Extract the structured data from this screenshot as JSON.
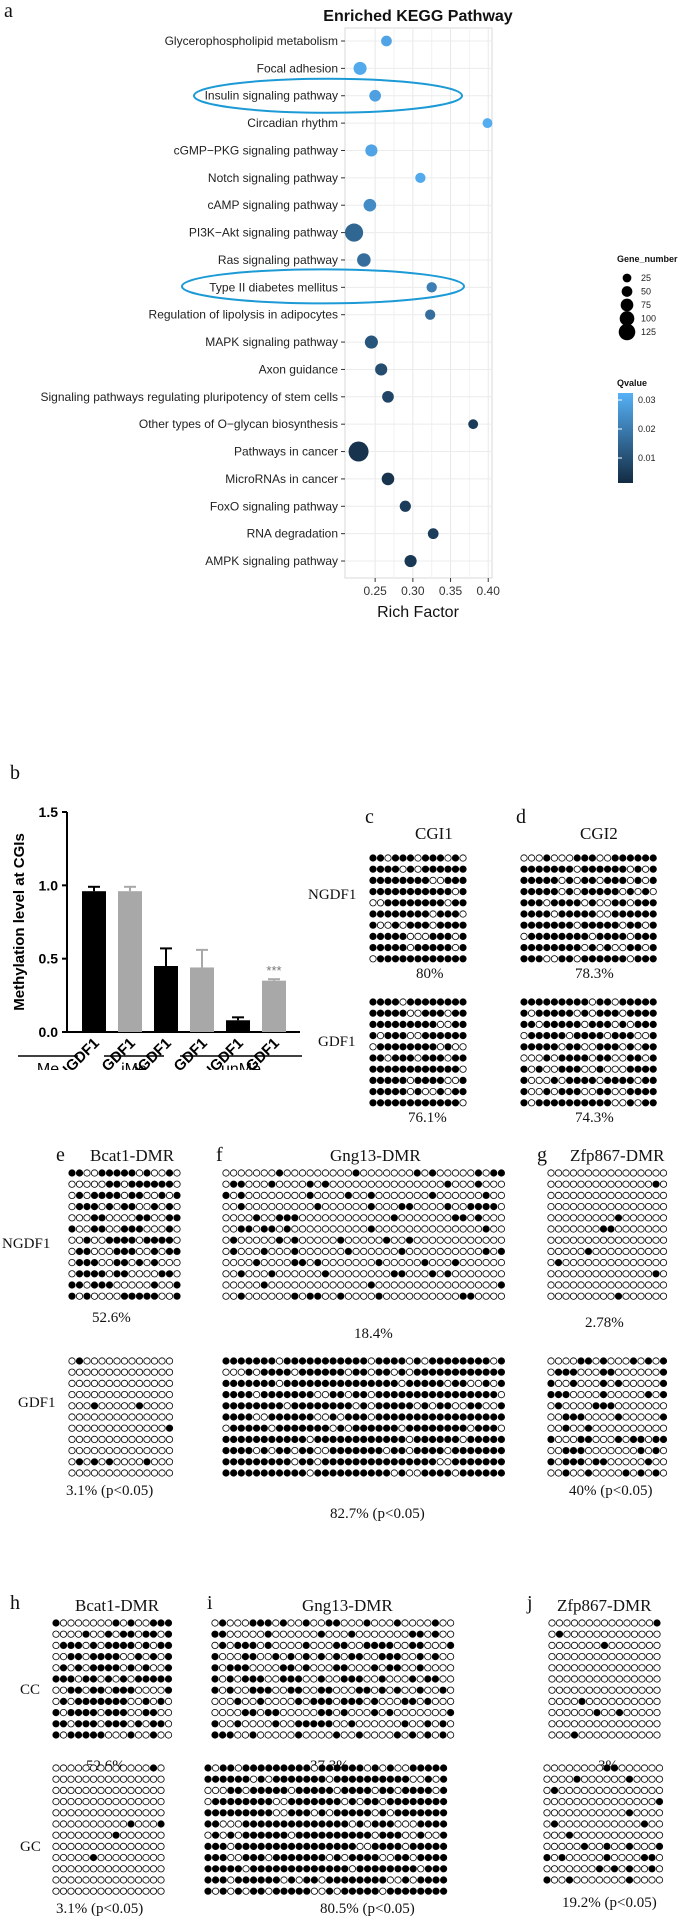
{
  "panel_labels": {
    "a": "a",
    "b": "b",
    "c": "c",
    "d": "d",
    "e": "e",
    "f": "f",
    "g": "g",
    "h": "h",
    "i": "i",
    "j": "j"
  },
  "chart_data": [
    {
      "type": "scatter",
      "title": "Enriched KEGG Pathway",
      "xlabel": "Rich Factor",
      "ylabel": "",
      "xlim": [
        0.21,
        0.405
      ],
      "xticks": [
        "0.25",
        "0.30",
        "0.35",
        "0.40"
      ],
      "xtick_values": [
        0.25,
        0.3,
        0.35,
        0.4
      ],
      "grid": true,
      "categories": [
        "Glycerophospholipid metabolism",
        "Focal adhesion",
        "Insulin signaling pathway",
        "Circadian rhythm",
        "cGMP−PKG signaling pathway",
        "Notch signaling pathway",
        "cAMP signaling pathway",
        "PI3K−Akt signaling pathway",
        "Ras signaling pathway",
        "Type II diabetes mellitus",
        "Regulation of lipolysis in adipocytes",
        "MAPK signaling pathway",
        "Axon guidance",
        "Signaling pathways regulating pluripotency of stem cells",
        "Other types of O−glycan biosynthesis",
        "Pathways in cancer",
        "MicroRNAs in cancer",
        "FoxO signaling pathway",
        "RNA degradation",
        "AMPK signaling pathway"
      ],
      "rich_factor": [
        0.265,
        0.23,
        0.25,
        0.399,
        0.245,
        0.31,
        0.243,
        0.222,
        0.235,
        0.325,
        0.323,
        0.245,
        0.258,
        0.267,
        0.38,
        0.228,
        0.267,
        0.29,
        0.327,
        0.297
      ],
      "gene_number": [
        30,
        55,
        40,
        20,
        45,
        25,
        50,
        110,
        60,
        25,
        25,
        55,
        45,
        40,
        20,
        130,
        50,
        35,
        30,
        45
      ],
      "qvalue": [
        0.033,
        0.034,
        0.032,
        0.035,
        0.033,
        0.034,
        0.027,
        0.018,
        0.02,
        0.024,
        0.02,
        0.014,
        0.012,
        0.01,
        0.008,
        0.006,
        0.006,
        0.008,
        0.008,
        0.007
      ],
      "legend": {
        "placement": "right",
        "size_title": "Gene_number",
        "size_values": [
          "25",
          "50",
          "75",
          "100",
          "125"
        ],
        "color_title": "Qvalue",
        "color_ticks": [
          "0.03",
          "0.02",
          "0.01"
        ],
        "color_low": "#132b43",
        "color_high": "#56b1f7"
      },
      "highlight_color": "#1c9ad6",
      "highlighted": [
        "Insulin signaling pathway",
        "Type II diabetes mellitus"
      ]
    },
    {
      "type": "bar",
      "ylabel": "Methylation level at CGIs",
      "ylim": [
        0,
        1.5
      ],
      "yticks": [
        "0.0",
        "0.5",
        "1.0",
        "1.5"
      ],
      "ytick_values": [
        0,
        0.5,
        1.0,
        1.5
      ],
      "categories": [
        "NGDF1",
        "GDF1",
        "NGDF1",
        "GDF1",
        "NGDF1",
        "GDF1"
      ],
      "groups": [
        "Me",
        "iMe",
        "unMe"
      ],
      "values": [
        0.96,
        0.96,
        0.45,
        0.44,
        0.08,
        0.35
      ],
      "errors": [
        0.03,
        0.03,
        0.12,
        0.12,
        0.02,
        0.01
      ],
      "colors": [
        "#000000",
        "#a8a8a8",
        "#000000",
        "#a8a8a8",
        "#000000",
        "#a8a8a8"
      ],
      "annotation": "***"
    }
  ],
  "methylation": {
    "c": {
      "title": "CGI1",
      "top_pct": "80%",
      "bottom_pct": "76.1%"
    },
    "d": {
      "title": "CGI2",
      "top_pct": "78.3%",
      "bottom_pct": "74.3%"
    },
    "e": {
      "title": "Bcat1-DMR",
      "top_pct": "52.6%",
      "bottom_pct": "3.1% (p<0.05)"
    },
    "f": {
      "title": "Gng13-DMR",
      "top_pct": "18.4%",
      "bottom_pct": "82.7% (p<0.05)"
    },
    "g": {
      "title": "Zfp867-DMR",
      "top_pct": "2.78%",
      "bottom_pct": "40% (p<0.05)"
    },
    "h": {
      "title": "Bcat1-DMR",
      "top_pct": "52.6%",
      "bottom_pct": "3.1% (p<0.05)"
    },
    "i": {
      "title": "Gng13-DMR",
      "top_pct": "37.3%",
      "bottom_pct": "80.5% (p<0.05)"
    },
    "j": {
      "title": "Zfp867-DMR",
      "top_pct": "3%",
      "bottom_pct": "19.2% (p<0.05)"
    }
  },
  "row_labels": {
    "ngdf1": "NGDF1",
    "gdf1": "GDF1",
    "cc": "CC",
    "gc": "GC"
  }
}
